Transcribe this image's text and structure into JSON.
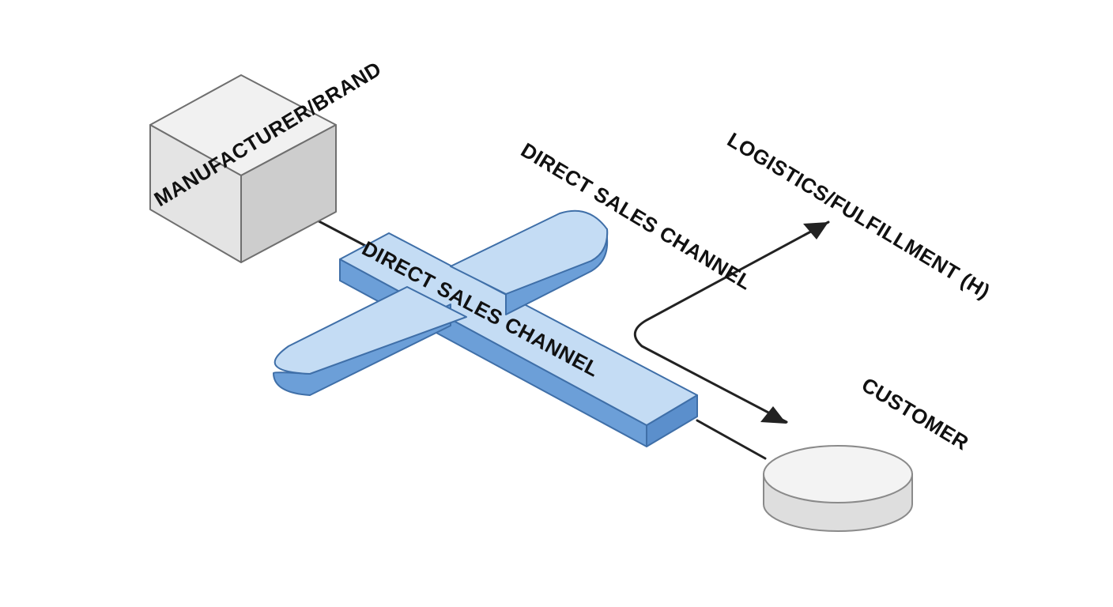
{
  "nodes": {
    "manufacturer": {
      "label": "MANUFACTURER/BRAND"
    },
    "channel_on_bar": {
      "label": "DIRECT SALES CHANNEL"
    },
    "channel_floating": {
      "label": "DIRECT SALES CHANNEL"
    },
    "logistics": {
      "label": "LOGISTICS/FULFILLMENT (H)"
    },
    "customer": {
      "label": "CUSTOMER"
    }
  },
  "colors": {
    "cube_top": "#f1f1f1",
    "cube_left": "#e4e4e4",
    "cube_right": "#cdcdcd",
    "cross_top": "#c4dcf4",
    "cross_side": "#6c9fd8",
    "cross_side_dark": "#5b8fcc",
    "puck_top": "#f3f3f3",
    "puck_side": "#dedede",
    "arrow": "#222222"
  }
}
